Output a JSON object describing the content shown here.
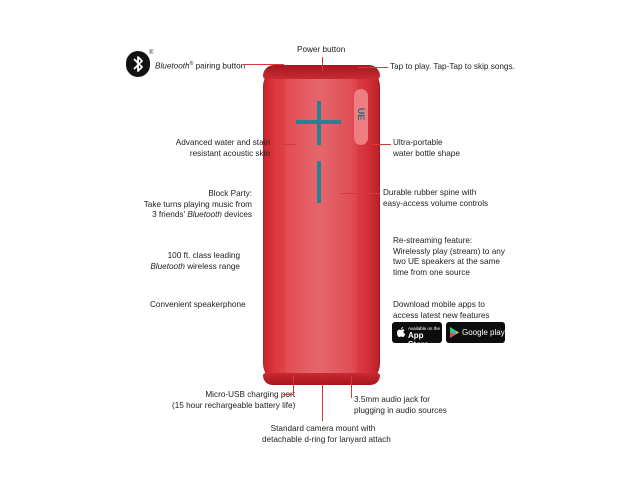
{
  "labels": {
    "bluetooth_pairing": "pairing button",
    "bluetooth_word": "Bluetooth",
    "power_button": "Power button",
    "tap_to_play": "Tap to play. Tap-Tap to skip songs.",
    "water_skin_l1": "Advanced water and stain",
    "water_skin_l2": "resistant acoustic skin",
    "ultra_portable_l1": "Ultra-portable",
    "ultra_portable_l2": "water bottle shape",
    "block_party_l1": "Block Party:",
    "block_party_l2": "Take turns playing music from",
    "block_party_l3_pre": "3 friends'",
    "block_party_l3_it": "Bluetooth",
    "block_party_l3_post": "devices",
    "rubber_spine_l1": "Durable rubber spine with",
    "rubber_spine_l2": "easy-access volume controls",
    "restream_l1": "Re-streaming feature:",
    "restream_l2": "Wirelessly play (stream) to any",
    "restream_l3": "two UE speakers at the same",
    "restream_l4": "time from one source",
    "range_l1": "100 ft. class leading",
    "range_l2_it": "Bluetooth",
    "range_l2_post": "wireless range",
    "speakerphone": "Convenient speakerphone",
    "apps_l1": "Download mobile apps to",
    "apps_l2": "access latest new features",
    "usb_l1": "Micro-USB charging port",
    "usb_l2": "(15 hour rechargeable battery life)",
    "audio_jack_l1": "3.5mm audio jack for",
    "audio_jack_l2": "plugging in audio sources",
    "camera_l1": "Standard camera mount with",
    "camera_l2": "detachable d-ring for lanyard attach"
  },
  "badges": {
    "appstore_small": "Available on the",
    "appstore_big": "App Store",
    "googleplay": "Google play"
  },
  "device": {
    "logo": "UE",
    "icons": [
      "bluetooth-icon",
      "volume-plus-icon",
      "volume-minus-icon"
    ]
  },
  "colors": {
    "accent": "#d43a3a",
    "speaker": "#e0434a",
    "controls": "#2a7f92"
  }
}
